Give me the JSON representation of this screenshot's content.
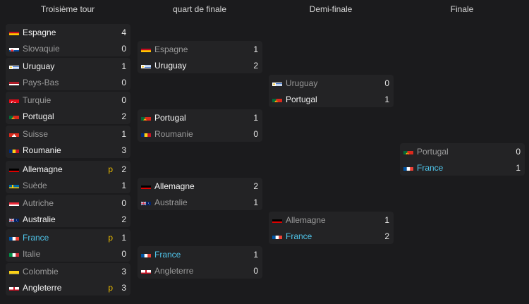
{
  "columns": [
    "Troisième tour",
    "quart de finale",
    "Demi-finale",
    "Finale"
  ],
  "rounds": [
    {
      "name": "round-of-16",
      "matches": [
        {
          "teams": [
            {
              "name": "Espagne",
              "flag": "spain-flag-icon",
              "score": "4",
              "pen": "",
              "winner": true
            },
            {
              "name": "Slovaquie",
              "flag": "slovakia-flag-icon",
              "score": "0",
              "pen": "",
              "winner": false
            }
          ]
        },
        {
          "teams": [
            {
              "name": "Uruguay",
              "flag": "uruguay-flag-icon",
              "score": "1",
              "pen": "",
              "winner": true
            },
            {
              "name": "Pays-Bas",
              "flag": "netherlands-flag-icon",
              "score": "0",
              "pen": "",
              "winner": false
            }
          ]
        },
        {
          "teams": [
            {
              "name": "Turquie",
              "flag": "turkey-flag-icon",
              "score": "0",
              "pen": "",
              "winner": false
            },
            {
              "name": "Portugal",
              "flag": "portugal-flag-icon",
              "score": "2",
              "pen": "",
              "winner": true
            }
          ]
        },
        {
          "teams": [
            {
              "name": "Suisse",
              "flag": "switzerland-flag-icon",
              "score": "1",
              "pen": "",
              "winner": false
            },
            {
              "name": "Roumanie",
              "flag": "romania-flag-icon",
              "score": "3",
              "pen": "",
              "winner": true
            }
          ]
        },
        {
          "teams": [
            {
              "name": "Allemagne",
              "flag": "germany-flag-icon",
              "score": "2",
              "pen": "p",
              "winner": true
            },
            {
              "name": "Suède",
              "flag": "sweden-flag-icon",
              "score": "1",
              "pen": "",
              "winner": false
            }
          ]
        },
        {
          "teams": [
            {
              "name": "Autriche",
              "flag": "austria-flag-icon",
              "score": "0",
              "pen": "",
              "winner": false
            },
            {
              "name": "Australie",
              "flag": "australia-flag-icon",
              "score": "2",
              "pen": "",
              "winner": true
            }
          ]
        },
        {
          "teams": [
            {
              "name": "France",
              "flag": "france-flag-icon",
              "score": "1",
              "pen": "p",
              "winner": true,
              "highlight": true
            },
            {
              "name": "Italie",
              "flag": "italy-flag-icon",
              "score": "0",
              "pen": "",
              "winner": false
            }
          ]
        },
        {
          "teams": [
            {
              "name": "Colombie",
              "flag": "colombia-flag-icon",
              "score": "3",
              "pen": "",
              "winner": false
            },
            {
              "name": "Angleterre",
              "flag": "england-flag-icon",
              "score": "3",
              "pen": "p",
              "winner": true
            }
          ]
        }
      ]
    },
    {
      "name": "quarter-final",
      "matches": [
        {
          "teams": [
            {
              "name": "Espagne",
              "flag": "spain-flag-icon",
              "score": "1",
              "pen": "",
              "winner": false
            },
            {
              "name": "Uruguay",
              "flag": "uruguay-flag-icon",
              "score": "2",
              "pen": "",
              "winner": true
            }
          ]
        },
        {
          "teams": [
            {
              "name": "Portugal",
              "flag": "portugal-flag-icon",
              "score": "1",
              "pen": "",
              "winner": true
            },
            {
              "name": "Roumanie",
              "flag": "romania-flag-icon",
              "score": "0",
              "pen": "",
              "winner": false
            }
          ]
        },
        {
          "teams": [
            {
              "name": "Allemagne",
              "flag": "germany-flag-icon",
              "score": "2",
              "pen": "",
              "winner": true
            },
            {
              "name": "Australie",
              "flag": "australia-flag-icon",
              "score": "1",
              "pen": "",
              "winner": false
            }
          ]
        },
        {
          "teams": [
            {
              "name": "France",
              "flag": "france-flag-icon",
              "score": "1",
              "pen": "",
              "winner": true,
              "highlight": true
            },
            {
              "name": "Angleterre",
              "flag": "england-flag-icon",
              "score": "0",
              "pen": "",
              "winner": false
            }
          ]
        }
      ]
    },
    {
      "name": "semi-final",
      "matches": [
        {
          "teams": [
            {
              "name": "Uruguay",
              "flag": "uruguay-flag-icon",
              "score": "0",
              "pen": "",
              "winner": false
            },
            {
              "name": "Portugal",
              "flag": "portugal-flag-icon",
              "score": "1",
              "pen": "",
              "winner": true
            }
          ]
        },
        {
          "teams": [
            {
              "name": "Allemagne",
              "flag": "germany-flag-icon",
              "score": "1",
              "pen": "",
              "winner": false
            },
            {
              "name": "France",
              "flag": "france-flag-icon",
              "score": "2",
              "pen": "",
              "winner": true,
              "highlight": true
            }
          ]
        }
      ]
    },
    {
      "name": "final",
      "matches": [
        {
          "teams": [
            {
              "name": "Portugal",
              "flag": "portugal-flag-icon",
              "score": "0",
              "pen": "",
              "winner": false
            },
            {
              "name": "France",
              "flag": "france-flag-icon",
              "score": "1",
              "pen": "",
              "winner": true,
              "highlight": true
            }
          ]
        }
      ]
    }
  ],
  "colors": {
    "background": "#1b1b1d",
    "card": "#232325",
    "winner_text": "#f4f4f4",
    "loser_text": "#9a9a9a",
    "highlight_team": "#4fc3e8",
    "penalty": "#e6b800"
  }
}
